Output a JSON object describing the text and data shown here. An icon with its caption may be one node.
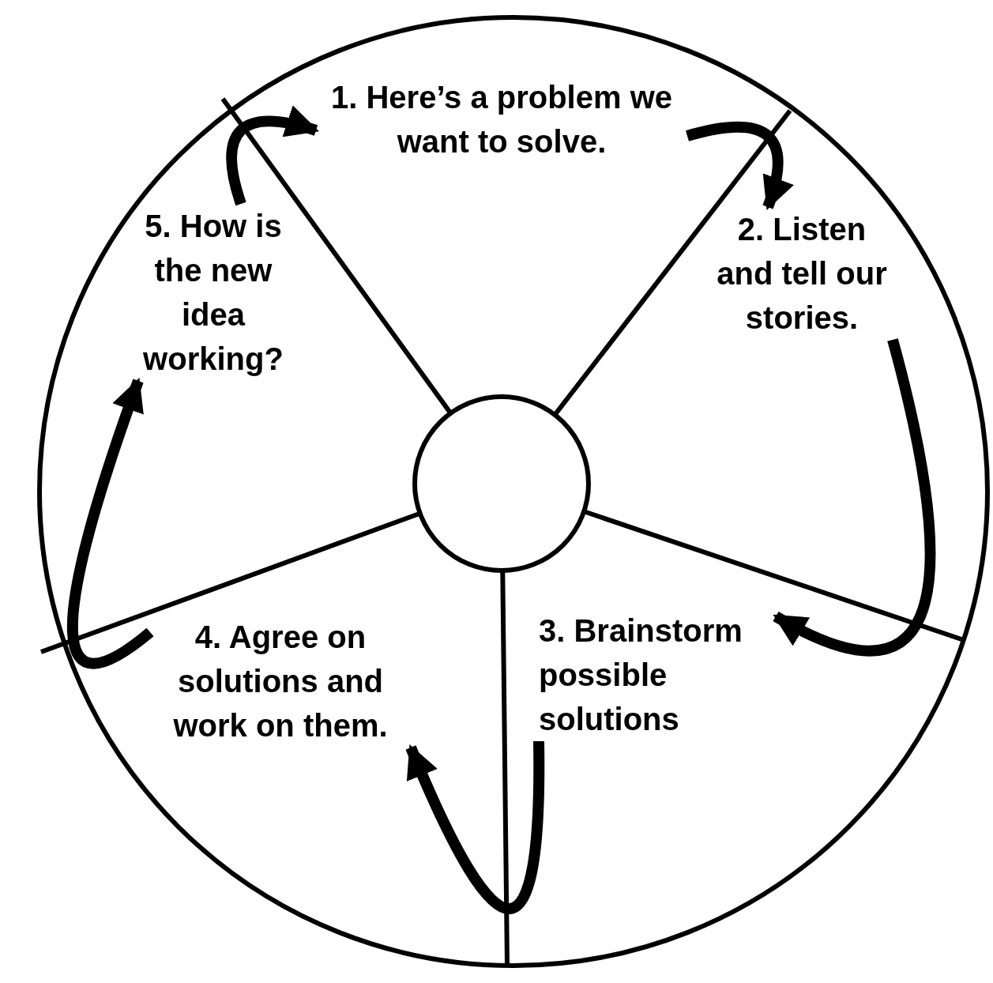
{
  "diagram": {
    "nodes": [
      {
        "text": [
          "1. Here’s a problem we want to solve."
        ]
      },
      {
        "text": [
          "2. Listen and tell our stories."
        ]
      },
      {
        "text": [
          "3. Brainstorm possible solutions"
        ]
      },
      {
        "text": [
          "4. Agree on solutions and work on them."
        ]
      },
      {
        "text": [
          "5. How is the new idea working?"
        ]
      },
      {
        "text": [],
        "shape": "circle"
      }
    ],
    "edges": [
      {
        "from": 0,
        "to": 1,
        "arrow": "to"
      },
      {
        "from": 1,
        "to": 2,
        "arrow": "to"
      },
      {
        "from": 2,
        "to": 3,
        "arrow": "to"
      },
      {
        "from": 3,
        "to": 4,
        "arrow": "to"
      },
      {
        "from": 4,
        "to": 0,
        "arrow": "to"
      }
    ]
  }
}
